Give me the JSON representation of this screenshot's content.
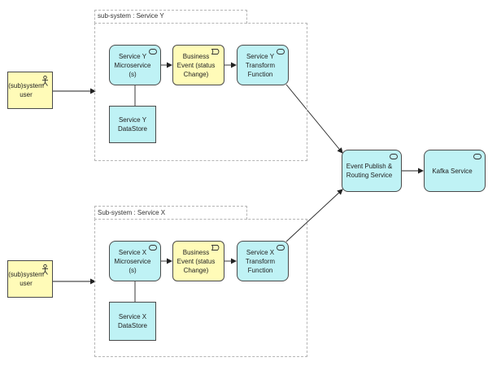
{
  "groups": {
    "y": {
      "label": "sub-system : Service Y"
    },
    "x": {
      "label": "Sub-system : Service X"
    }
  },
  "nodes": {
    "actor_y": {
      "label": "(sub)system\nuser"
    },
    "service_y_ms": {
      "label": "Service Y\nMicroservice\n(s)"
    },
    "event_y": {
      "label": "Business\nEvent (status\nChange)"
    },
    "transform_y": {
      "label": "Service Y\nTransform\nFunction"
    },
    "store_y": {
      "label": "Service Y\nDataStore"
    },
    "actor_x": {
      "label": "(sub)system\nuser"
    },
    "service_x_ms": {
      "label": "Service X\nMicroservice\n(s)"
    },
    "event_x": {
      "label": "Business\nEvent (status\nChange)"
    },
    "transform_x": {
      "label": "Service X\nTransform\nFunction"
    },
    "store_x": {
      "label": "Service X\nDataStore"
    },
    "routing": {
      "label": "Event Publish &\nRouting Service"
    },
    "kafka": {
      "label": "Kafka Service"
    }
  },
  "icons": {
    "actor": "actor-icon",
    "service": "service-icon",
    "event": "event-icon"
  },
  "colors": {
    "service_fill": "#bff2f5",
    "event_fill": "#fffbb8",
    "line": "#222222"
  }
}
